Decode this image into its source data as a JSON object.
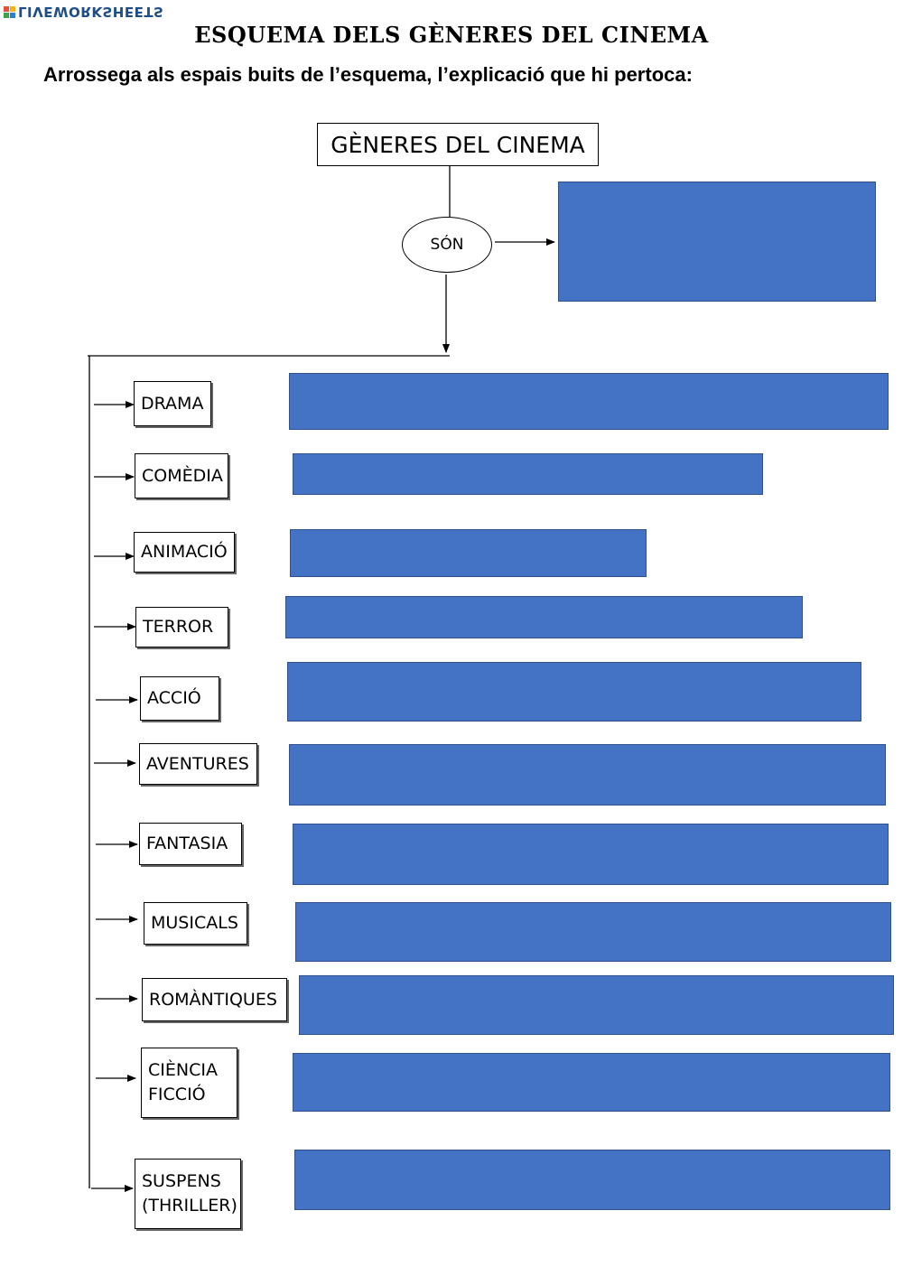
{
  "logo": {
    "text": "LIVEWORKSHEETS",
    "colors": [
      "#e94e3c",
      "#f6b21b",
      "#3aa34a",
      "#2f7fd1"
    ]
  },
  "title": "ESQUEMA DELS GÈNERES DEL CINEMA",
  "instruction": "Arrossega als espais buits de l’esquema, l’explicació que hi pertoca:",
  "root": {
    "label": "GÈNERES DEL CINEMA"
  },
  "connector": {
    "label": "SÓN"
  },
  "genres": [
    {
      "line1": "DRAMA",
      "line2": ""
    },
    {
      "line1": "COMÈDIA",
      "line2": ""
    },
    {
      "line1": "ANIMACIÓ",
      "line2": ""
    },
    {
      "line1": "TERROR",
      "line2": ""
    },
    {
      "line1": "ACCIÓ",
      "line2": ""
    },
    {
      "line1": "AVENTURES",
      "line2": ""
    },
    {
      "line1": "FANTASIA",
      "line2": ""
    },
    {
      "line1": "MUSICALS",
      "line2": ""
    },
    {
      "line1": "ROMÀNTIQUES",
      "line2": ""
    },
    {
      "line1": "CIÈNCIA",
      "line2": "FICCIÓ"
    },
    {
      "line1": "SUSPENS",
      "line2": "(THRILLER)"
    }
  ],
  "colors": {
    "drop_zone": "#4472c4",
    "drop_zone_border": "#2f528f"
  }
}
